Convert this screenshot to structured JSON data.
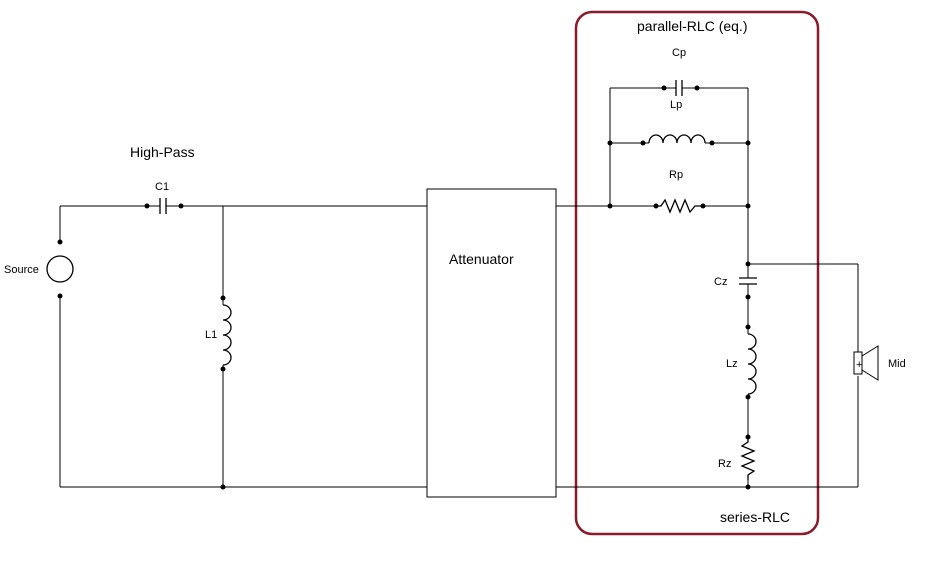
{
  "labels": {
    "high_pass": "High-Pass",
    "c1": "C1",
    "source": "Source",
    "l1": "L1",
    "attenuator": "Attenuator",
    "parallel_rlc": "parallel-RLC (eq.)",
    "cp": "Cp",
    "lp": "Lp",
    "rp": "Rp",
    "cz": "Cz",
    "lz": "Lz",
    "rz": "Rz",
    "series_rlc": "series-RLC",
    "mid": "Mid",
    "plus": "+"
  },
  "colors": {
    "wire": "#000000",
    "box_outline": "#8b1a2b"
  }
}
